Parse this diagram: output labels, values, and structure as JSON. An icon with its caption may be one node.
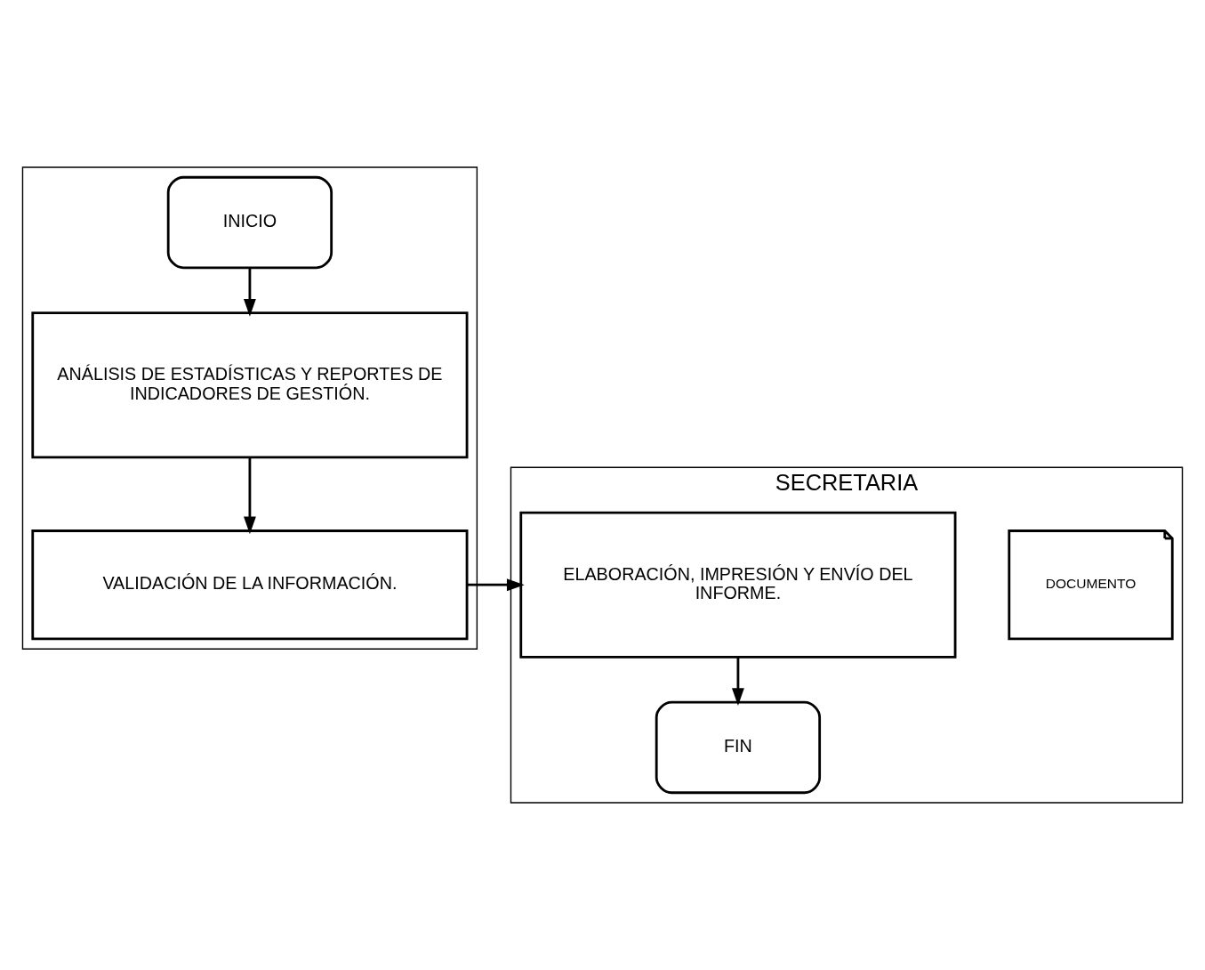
{
  "diagram": {
    "nodes": [
      {
        "text": [],
        "shape": "box"
      },
      {
        "text": [
          "SECRETARIA"
        ]
      },
      {
        "text": [
          "INICIO"
        ],
        "in": 0
      },
      {
        "text": [
          "ANÁLISIS DE ESTADÍSTICAS Y REPORTES DE INDICADORES DE GESTIÓN."
        ],
        "in": 0
      },
      {
        "text": [
          "VALIDACIÓN DE LA INFORMACIÓN."
        ],
        "in": 0
      },
      {
        "text": [
          "ELABORACIÓN, IMPRESIÓN Y ENVÍO DEL INFORME."
        ],
        "in": 1
      },
      {
        "text": [
          "DOCUMENTO"
        ],
        "in": 1
      },
      {
        "text": [
          "FIN"
        ],
        "in": 1
      }
    ],
    "edges": [
      {
        "from": 2,
        "to": 3,
        "arrow": "to"
      },
      {
        "from": 3,
        "to": 4,
        "arrow": "to"
      },
      {
        "from": 4,
        "to": 5,
        "arrow": "to"
      },
      {
        "from": 5,
        "to": 7,
        "arrow": "to"
      }
    ]
  }
}
